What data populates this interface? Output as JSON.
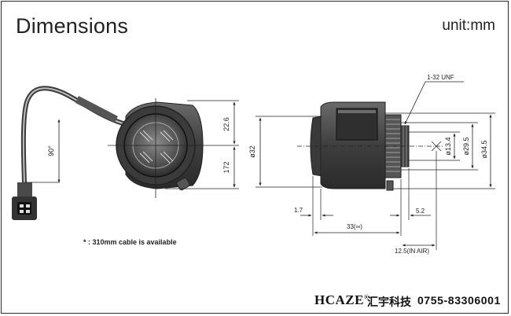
{
  "header": {
    "title": "Dimensions",
    "unit": "unit:mm"
  },
  "front_view": {
    "dim_top": "22.6",
    "dim_bottom": "172",
    "angle": "90°"
  },
  "side_view": {
    "dim_body_height": "ø32",
    "dim_1_7": "1.7",
    "dim_33": "33(∞)",
    "dim_5_2": "5.2",
    "dim_12_5": "12.5(IN AIR)",
    "dim_13_4": "ø13.4",
    "dim_29_5": "ø29.5",
    "dim_34_5": "ø34.5",
    "thread": "1-32 UNF"
  },
  "note": "* : 310mm  cable is available",
  "footer": {
    "brand": "HCAZE",
    "brand_mark": "®",
    "company": "汇宇科技",
    "phone": "0755-83306001"
  }
}
